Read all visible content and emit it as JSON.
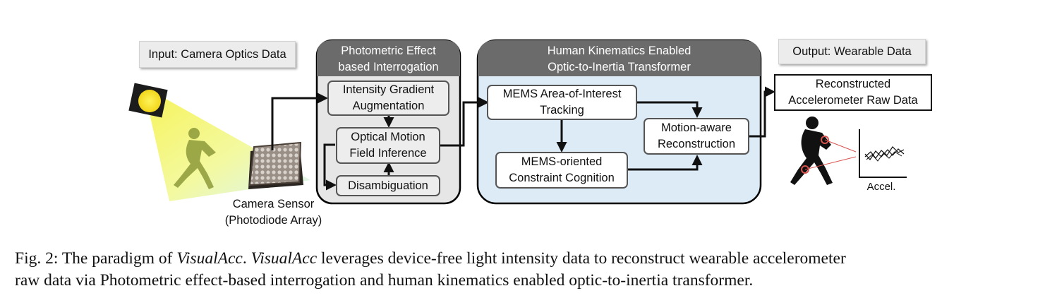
{
  "input_label": "Input: Camera Optics Data",
  "output_label": "Output: Wearable Data",
  "camera_caption": {
    "line1": "Camera Sensor",
    "line2": "(Photodiode Array)"
  },
  "accel_axis_label": "Accel.",
  "group1": {
    "title": "Photometric Effect\nbased Interrogation",
    "nodes": {
      "gradient": "Intensity Gradient\nAugmentation",
      "motion": "Optical Motion\nField Inference",
      "disamb": "Disambiguation"
    }
  },
  "group2": {
    "title": "Human Kinematics Enabled\nOptic-to-Inertia Transformer",
    "nodes": {
      "tracking": "MEMS Area-of-Interest\nTracking",
      "constraint": "MEMS-oriented\nConstraint Cognition",
      "reconstruct": "Motion-aware\nReconstruction"
    }
  },
  "output_box": "Reconstructed\nAccelerometer Raw Data",
  "caption": {
    "fig": "Fig.  2: The paradigm of ",
    "name1": "VisualAcc",
    "mid": ". ",
    "name2": "VisualAcc",
    "rest1": " leverages device-free light intensity data to reconstruct wearable accelerometer",
    "line2": "raw data via Photometric effect-based interrogation and human kinematics enabled optic-to-inertia transformer."
  },
  "colors": {
    "header_gray": "#6b6b6b",
    "panel1_fill": "#e6e6e6",
    "panel2_fill": "#ddebf7",
    "light_beam": "#f3f781",
    "lamp": "#f4e52d"
  }
}
